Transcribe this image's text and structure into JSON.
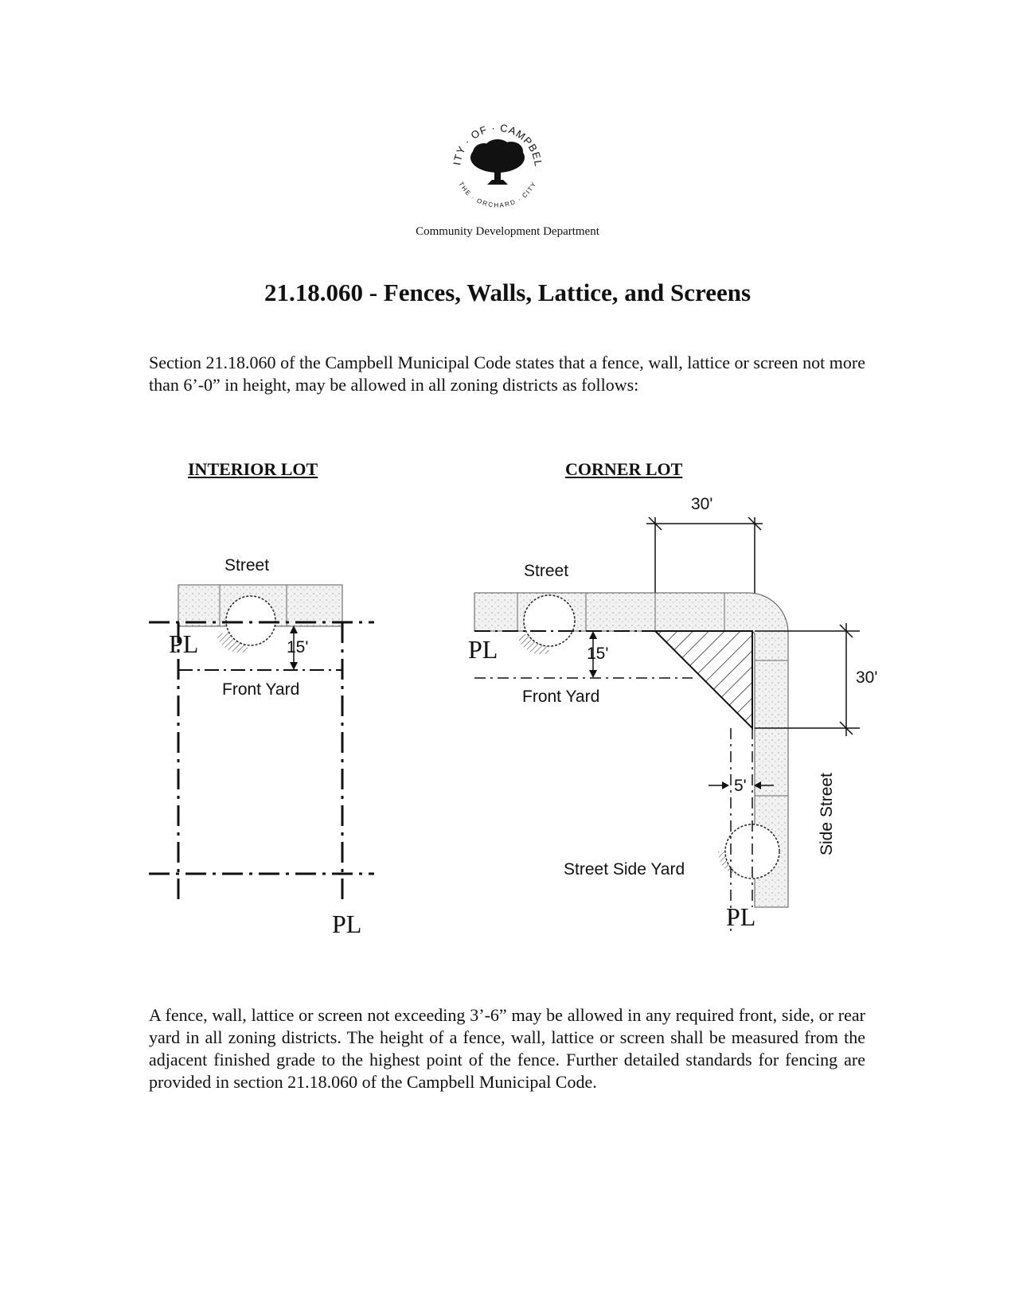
{
  "header": {
    "seal": {
      "ring_text_top": "CITY · OF · CAMPBELL",
      "ring_text_bottom": "THE · ORCHARD · CITY"
    },
    "department": "Community Development Department"
  },
  "document": {
    "title": "21.18.060 - Fences, Walls, Lattice, and Screens",
    "intro": "Section 21.18.060 of the Campbell Municipal Code states that a fence, wall, lattice or screen not more than 6’-0” in height, may be allowed in all zoning districts as follows:",
    "closing": "A fence, wall, lattice or screen not exceeding 3’-6” may be allowed in any required front, side, or rear yard in all zoning districts.  The height of a fence, wall, lattice or screen shall be measured from the adjacent finished grade to the highest point of the fence.  Further detailed standards for fencing are provided in section 21.18.060 of the Campbell Municipal Code."
  },
  "diagrams": {
    "interior": {
      "heading": "INTERIOR LOT",
      "street": "Street",
      "setback": "15'",
      "front_yard": "Front Yard",
      "pl": "PL"
    },
    "corner": {
      "heading": "CORNER LOT",
      "street": "Street",
      "setback": "15'",
      "front_yard": "Front Yard",
      "dim_top": "30'",
      "dim_right": "30'",
      "side_setback": "5'",
      "side_street": "Side Street",
      "street_side_yard": "Street Side Yard",
      "pl": "PL"
    }
  }
}
